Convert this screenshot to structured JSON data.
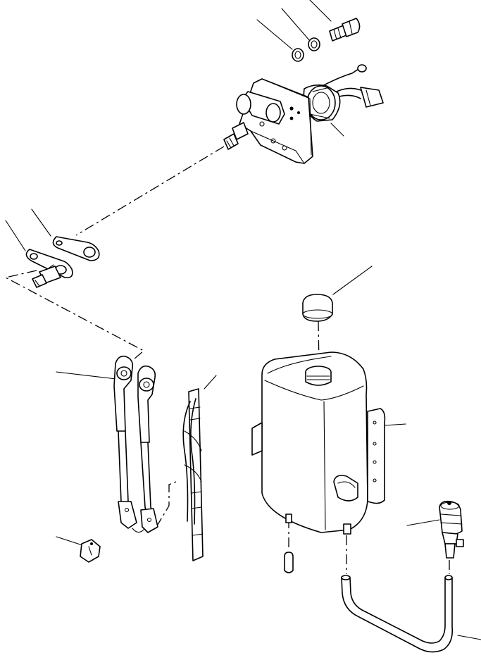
{
  "diagram": {
    "kind": "exploded parts illustration",
    "colors": {
      "line": "#000000",
      "background": "#ffffff"
    },
    "parts": [
      {
        "id": "hose-fitting",
        "icon": "hose-fitting-icon"
      },
      {
        "id": "washer-small-a",
        "icon": "washer-icon"
      },
      {
        "id": "washer-small-b",
        "icon": "washer-icon"
      },
      {
        "id": "wiper-motor",
        "icon": "wiper-motor-icon"
      },
      {
        "id": "link-plate-a",
        "icon": "link-plate-icon"
      },
      {
        "id": "link-plate-b",
        "icon": "link-plate-icon"
      },
      {
        "id": "pivot-shaft",
        "icon": "pivot-shaft-icon"
      },
      {
        "id": "tank-cap",
        "icon": "tank-cap-icon"
      },
      {
        "id": "wiper-arm",
        "icon": "wiper-arm-icon"
      },
      {
        "id": "wiper-blade",
        "icon": "wiper-blade-icon"
      },
      {
        "id": "washer-tank",
        "icon": "washer-tank-icon"
      },
      {
        "id": "mount-bracket",
        "icon": "mount-bracket-icon"
      },
      {
        "id": "arm-nut",
        "icon": "nut-icon"
      },
      {
        "id": "tank-plug",
        "icon": "plug-icon"
      },
      {
        "id": "washer-pump",
        "icon": "washer-pump-icon"
      },
      {
        "id": "hose",
        "icon": "hose-icon"
      }
    ]
  }
}
